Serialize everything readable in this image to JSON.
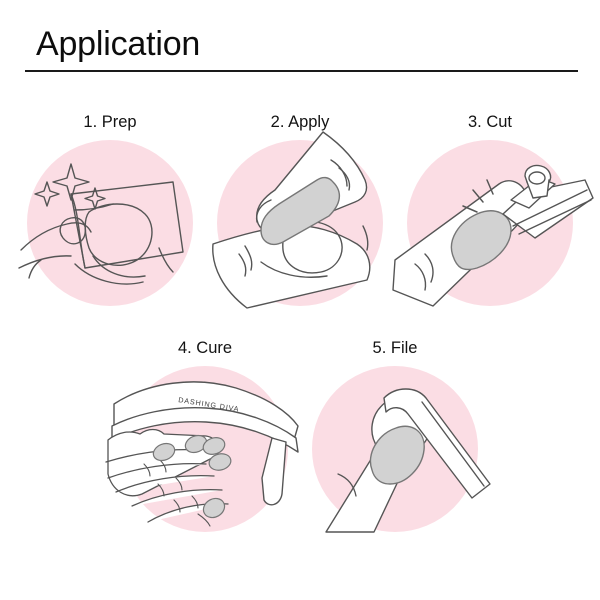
{
  "header": {
    "title": "Application"
  },
  "colors": {
    "background": "#ffffff",
    "pink_circle": "#fbdde4",
    "line_art": "#555555",
    "nail_grey": "#d2d2d2",
    "text": "#111111",
    "rule": "#1a1a1a"
  },
  "steps": [
    {
      "number": "1",
      "label": "1. Prep",
      "illustration": "hand-wiping-nail-with-cloth-and-sparkles",
      "icon_name": "prep-wipe-icon"
    },
    {
      "number": "2",
      "label": "2. Apply",
      "illustration": "finger-applying-gel-strip-to-nail",
      "icon_name": "apply-strip-icon"
    },
    {
      "number": "3",
      "label": "3. Cut",
      "illustration": "nail-clipper-trimming-gel-strip-tip",
      "icon_name": "cut-clipper-icon"
    },
    {
      "number": "4",
      "label": "4. Cure",
      "illustration": "hand-under-uv-curing-lamp",
      "icon_name": "cure-lamp-icon",
      "lamp_brand": "DASHING DIVA"
    },
    {
      "number": "5",
      "label": "5. File",
      "illustration": "nail-file-shaping-gel-nail-edge",
      "icon_name": "file-shaping-icon"
    }
  ]
}
